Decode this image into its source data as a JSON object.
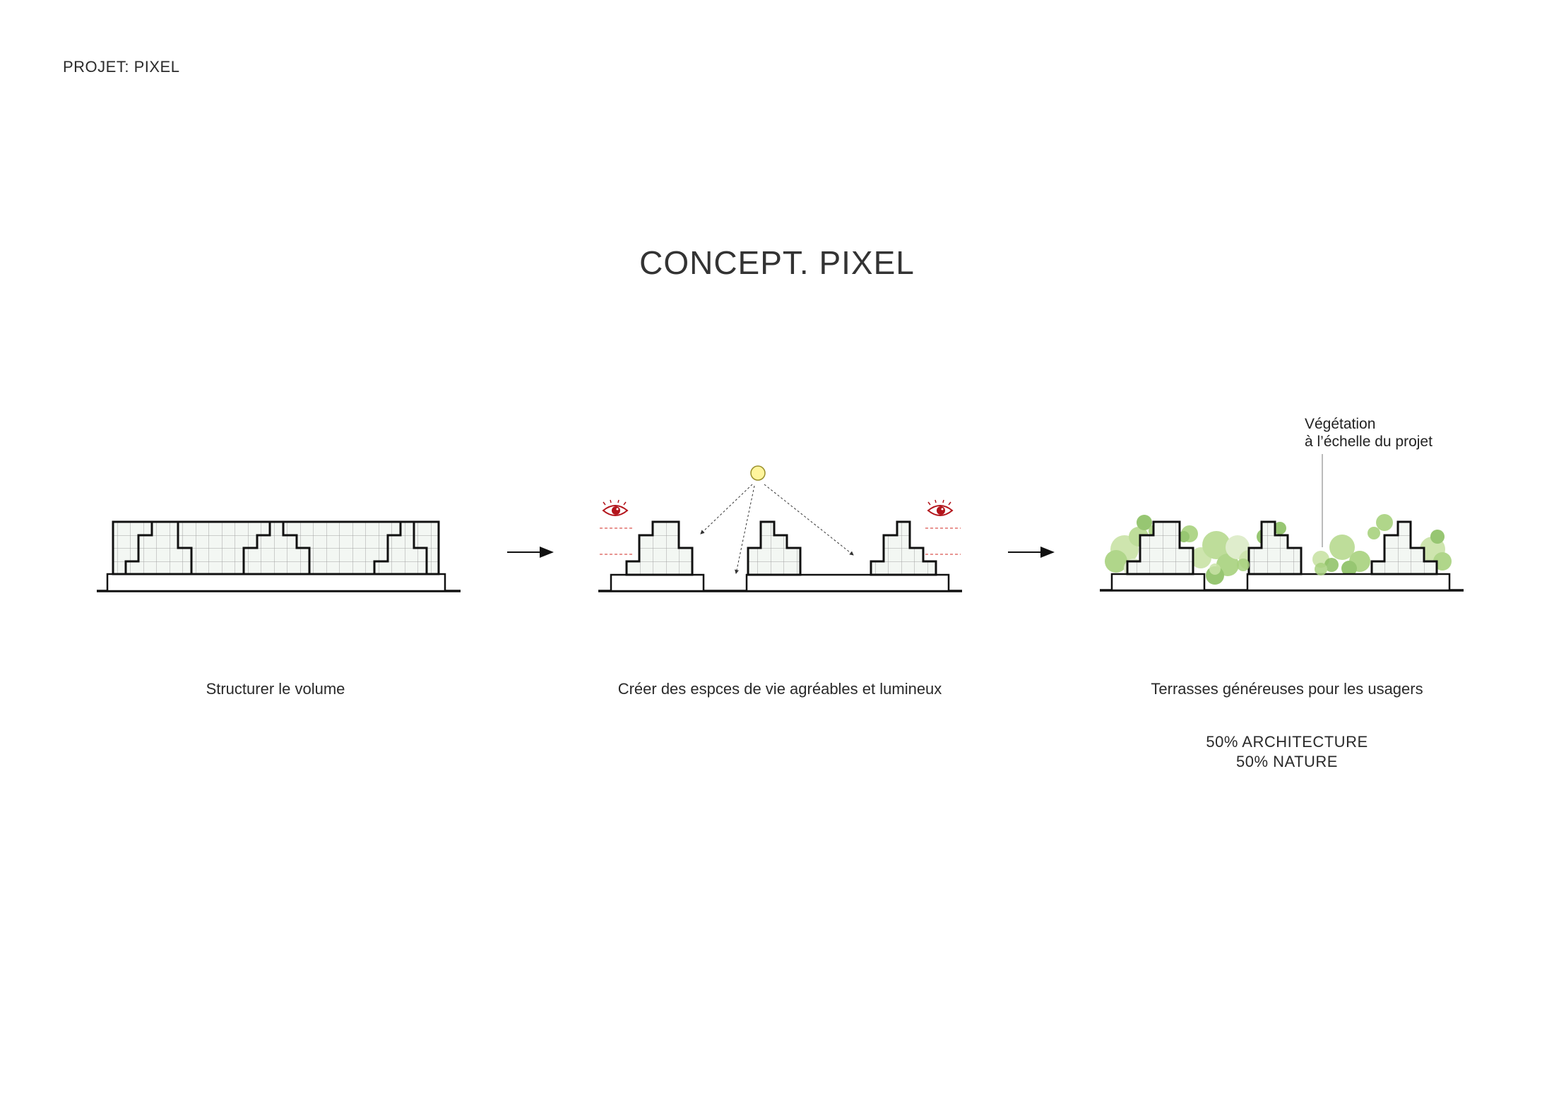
{
  "header": {
    "project_label": "PROJET: PIXEL"
  },
  "title": "CONCEPT. PIXEL",
  "steps": [
    {
      "caption": "Structurer le volume"
    },
    {
      "caption": "Créer des espces de vie agréables et lumineux"
    },
    {
      "caption": "Terrasses généreuses pour les usagers"
    }
  ],
  "annotation": {
    "line1": "Végétation",
    "line2": "à l’échelle du projet"
  },
  "ratio": {
    "line1": "50% ARCHITECTURE",
    "line2": "50% NATURE"
  },
  "colors": {
    "outline": "#111111",
    "grid": "#9a9a9a",
    "cell_fill": "#f3f7f3",
    "sun": "#fff59d",
    "sun_stroke": "#9a8f2a",
    "sight_lines": "#d9534f",
    "eye": "#b3141b",
    "vegetation": [
      "#c9e3a6",
      "#a8d27e",
      "#8cc063",
      "#dcecc7"
    ]
  },
  "icons": [
    "sun-icon",
    "eye-icon",
    "arrow-right-icon",
    "tree-icon"
  ]
}
